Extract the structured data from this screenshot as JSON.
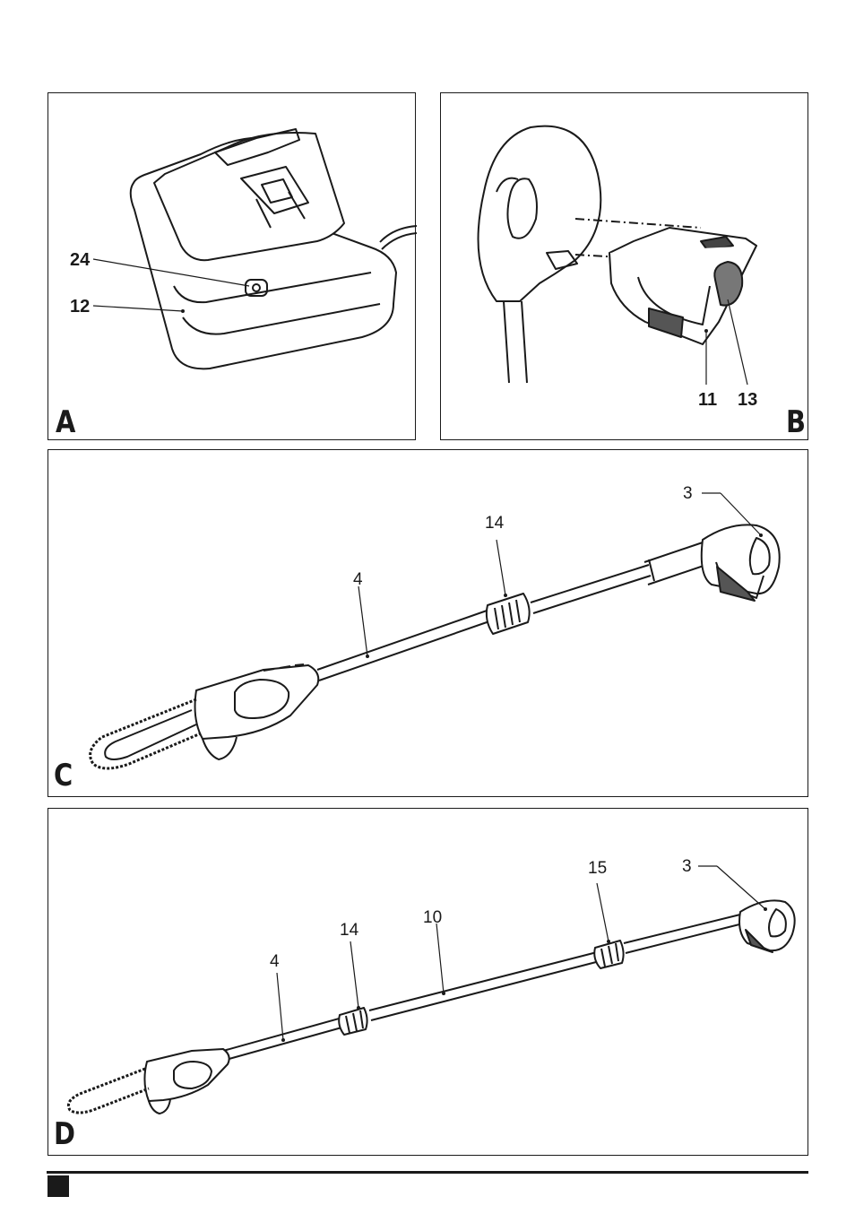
{
  "figures": {
    "A": {
      "letter": "A",
      "callouts": {
        "c24": "24",
        "c12": "12"
      }
    },
    "B": {
      "letter": "B",
      "callouts": {
        "c11": "11",
        "c13": "13"
      }
    },
    "C": {
      "letter": "C",
      "callouts": {
        "c3": "3",
        "c14": "14",
        "c4": "4"
      }
    },
    "D": {
      "letter": "D",
      "callouts": {
        "c15": "15",
        "c3": "3",
        "c10": "10",
        "c14": "14",
        "c4": "4"
      }
    }
  }
}
